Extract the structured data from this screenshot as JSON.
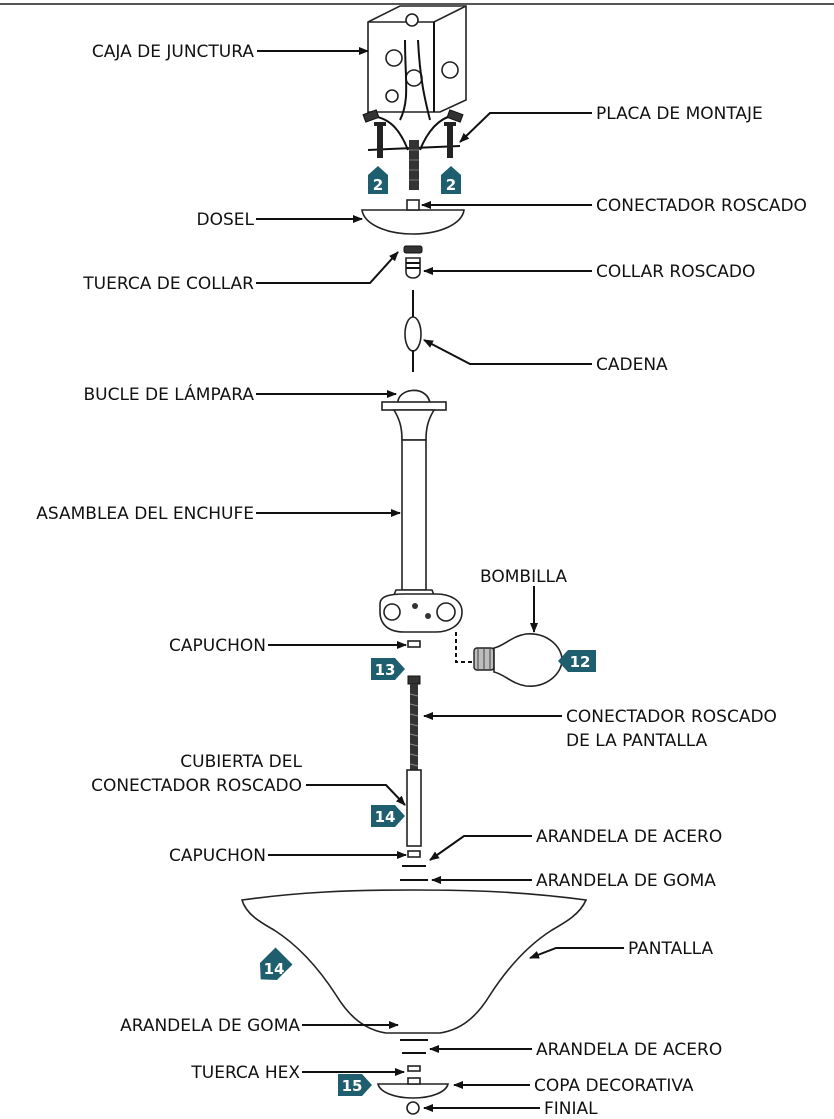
{
  "labels": {
    "caja": "CAJA DE JUNCTURA",
    "placa": "PLACA DE MONTAJE",
    "conector": "CONECTADOR ROSCADO",
    "dosel": "DOSEL",
    "tuerca_collar": "TUERCA DE COLLAR",
    "collar_roscado": "COLLAR ROSCADO",
    "cadena": "CADENA",
    "bucle": "BUCLE DE LÁMPARA",
    "asamblea": "ASAMBLEA DEL ENCHUFE",
    "bombilla": "BOMBILLA",
    "capuchon_1": "CAPUCHON",
    "conector_pantalla_1": "CONECTADOR ROSCADO",
    "conector_pantalla_2": "DE LA PANTALLA",
    "cubierta_1": "CUBIERTA DEL",
    "cubierta_2": "CONECTADOR ROSCADO",
    "capuchon_2": "CAPUCHON",
    "arandela_acero_1": "ARANDELA DE ACERO",
    "arandela_goma_1": "ARANDELA DE GOMA",
    "pantalla": "PANTALLA",
    "arandela_goma_2": "ARANDELA DE GOMA",
    "arandela_acero_2": "ARANDELA DE ACERO",
    "tuerca_hex": "TUERCA HEX",
    "copa": "COPA DECORATIVA",
    "finial": "FINIAL"
  },
  "steps": {
    "s2a": "2",
    "s2b": "2",
    "s12": "12",
    "s13": "13",
    "s14a": "14",
    "s14b": "14",
    "s15": "15"
  }
}
